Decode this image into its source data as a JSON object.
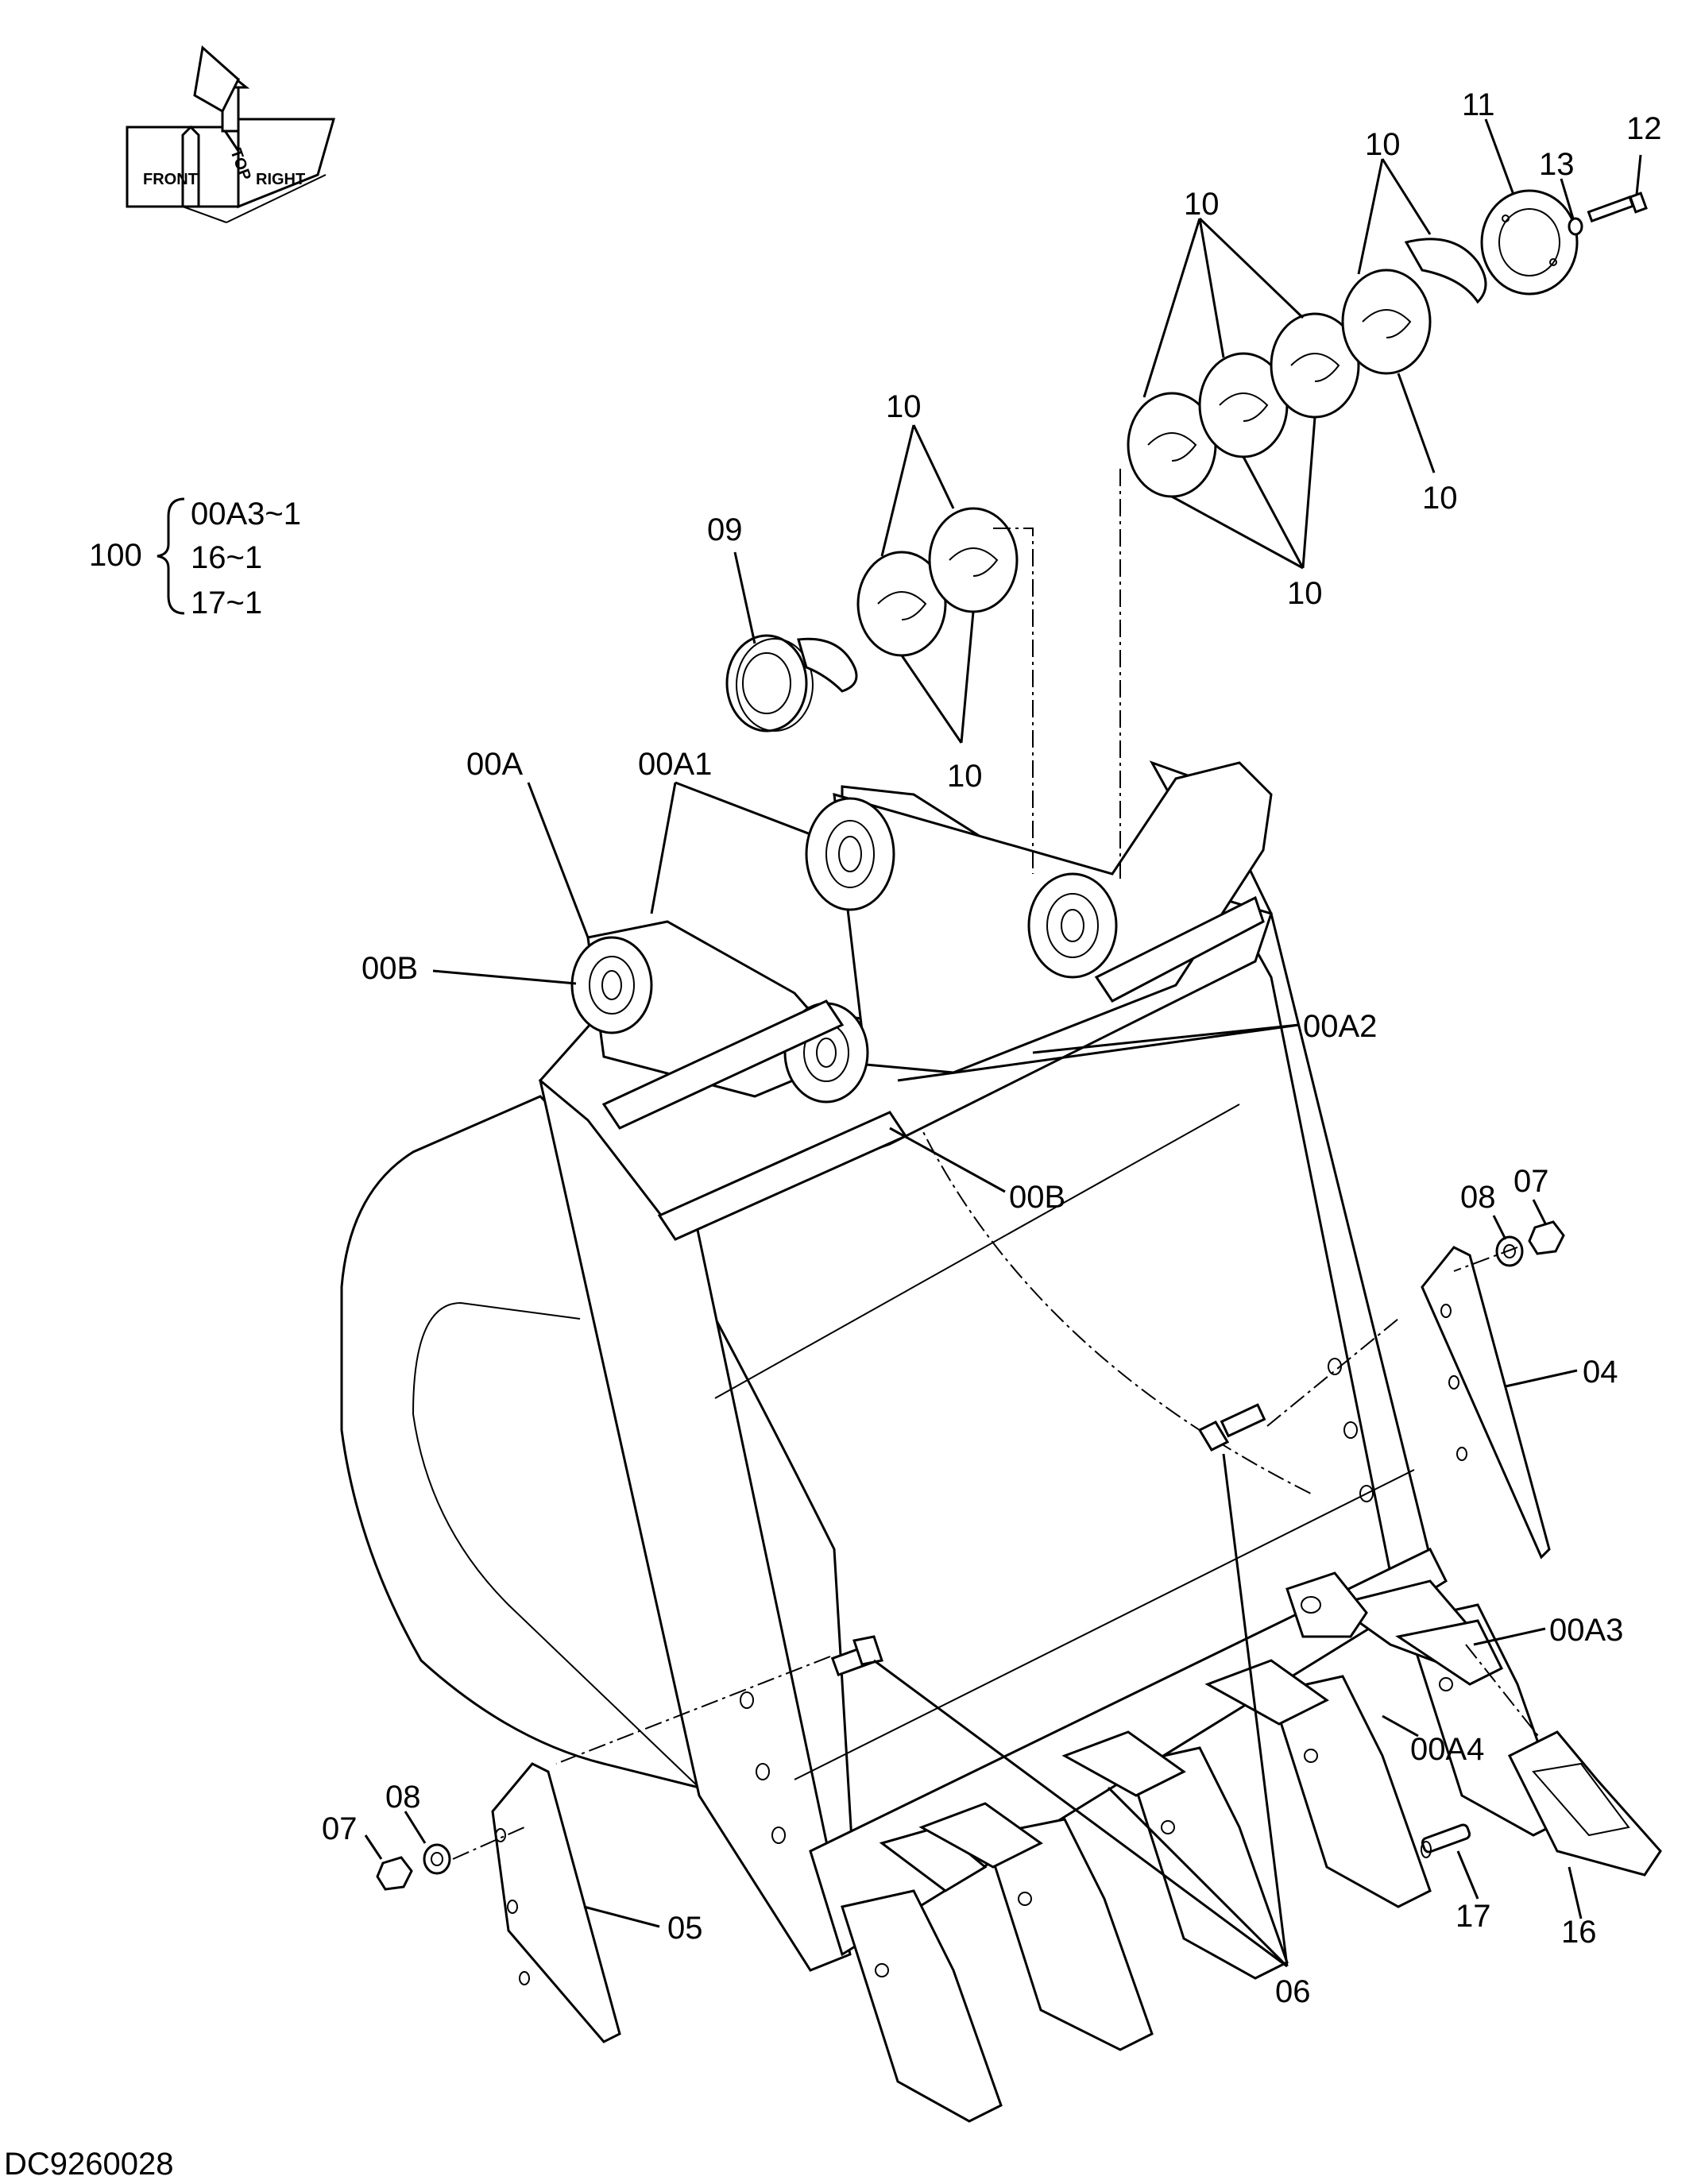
{
  "drawing_id": "DC9260028",
  "orientation": {
    "front": "FRONT",
    "top": "TOP",
    "right": "RIGHT"
  },
  "kit": {
    "number": "100",
    "contents": [
      "00A3~1",
      "16~1",
      "17~1"
    ]
  },
  "callouts": {
    "c00A": "00A",
    "c00A1": "00A1",
    "c00A2": "00A2",
    "c00A3": "00A3",
    "c00A4": "00A4",
    "c00B_left": "00B",
    "c00B_mid": "00B",
    "c04": "04",
    "c05": "05",
    "c06": "06",
    "c07_right": "07",
    "c07_left": "07",
    "c08_right": "08",
    "c08_left": "08",
    "c09": "09",
    "c10_a": "10",
    "c10_b": "10",
    "c10_c": "10",
    "c10_d": "10",
    "c10_e": "10",
    "c10_f": "10",
    "c11": "11",
    "c12": "12",
    "c13": "13",
    "c16": "16",
    "c17": "17"
  }
}
